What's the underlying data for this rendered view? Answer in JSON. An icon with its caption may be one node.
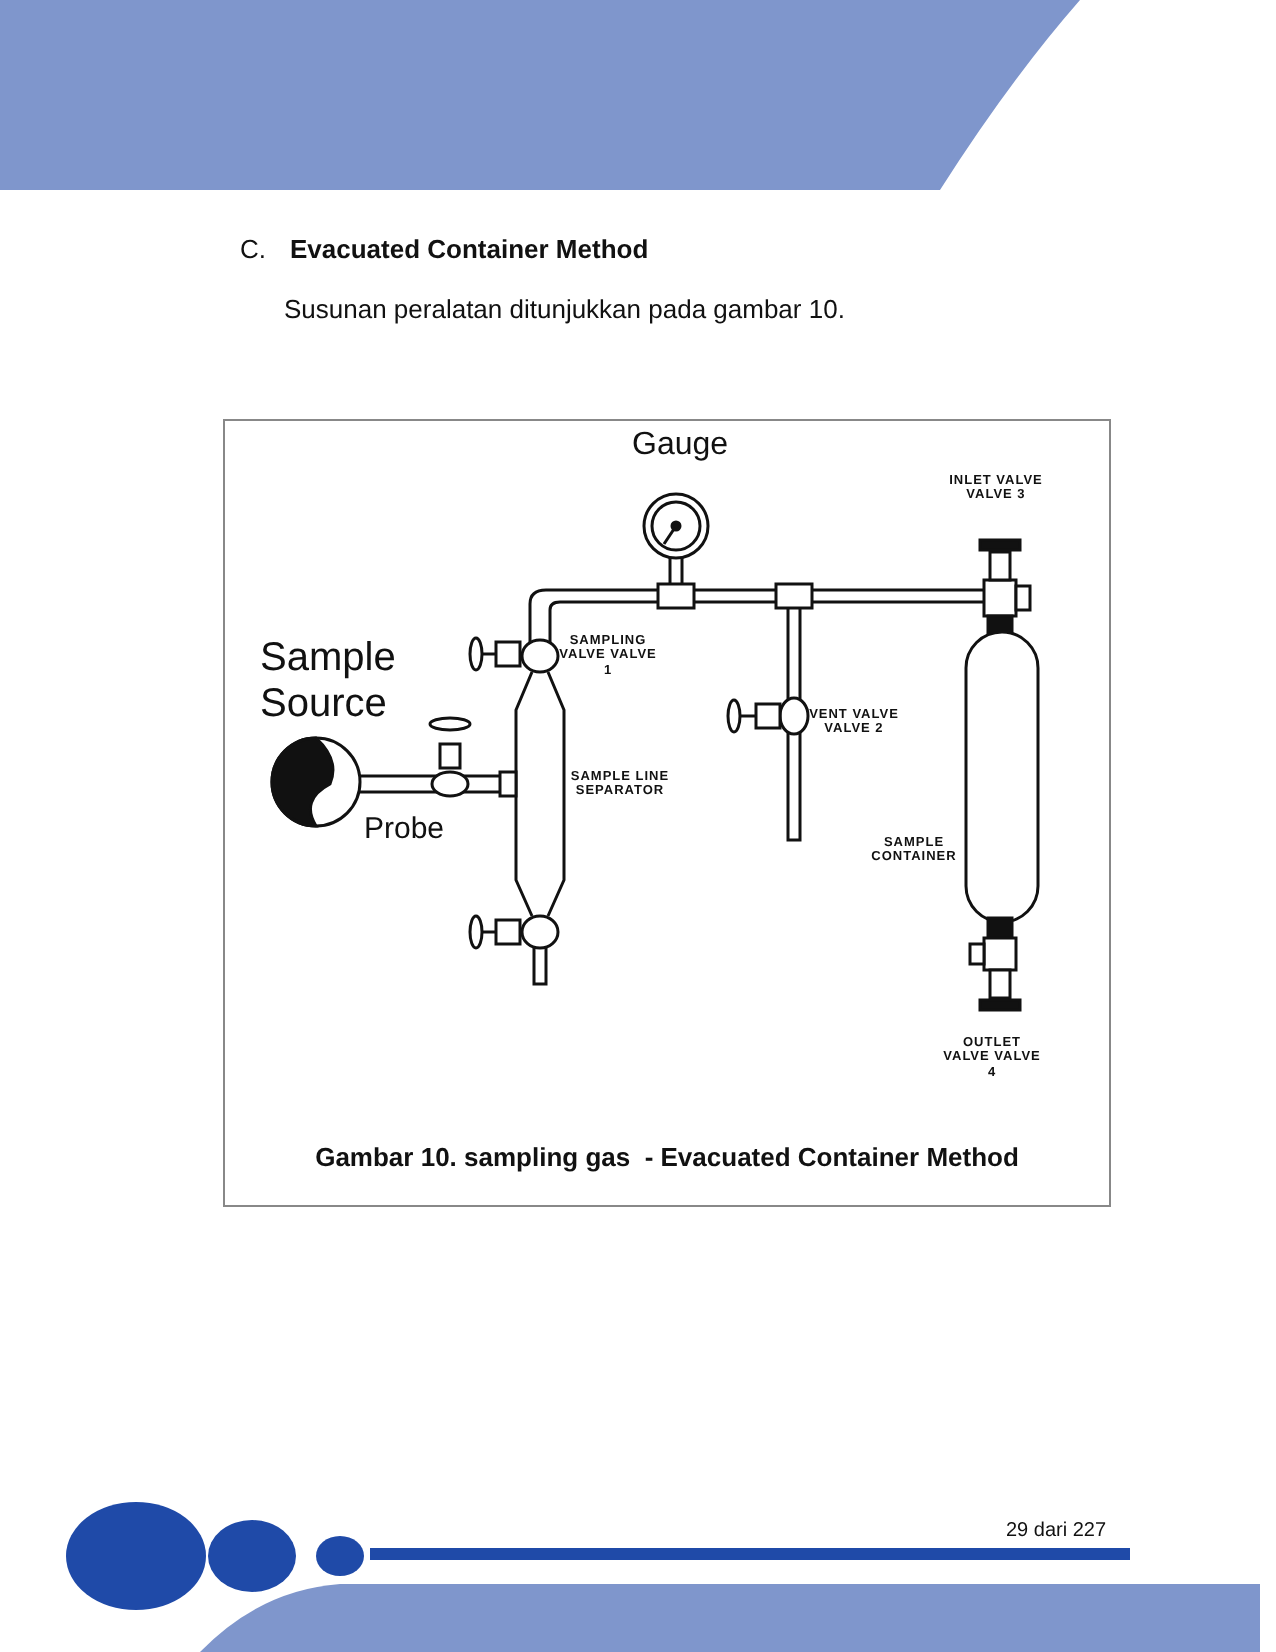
{
  "diagram": {
    "caption": "Gambar 10. sampling gas  - Evacuated Container Method",
    "labels": [
      "C.",
      "Evacuated Container Method",
      "Susunan peralatan ditunjukkan pada gambar 10.",
      "Gauge",
      "INLET VALVE VALVE 3",
      "SAMPLING VALVE VALVE 1",
      "Sample Source",
      "VENT VALVE VALVE 2",
      "SAMPLE LINE SEPARATOR",
      "Probe",
      "SAMPLE CONTAINER",
      "OUTLET VALVE VALVE 4",
      "29 dari 227"
    ]
  }
}
